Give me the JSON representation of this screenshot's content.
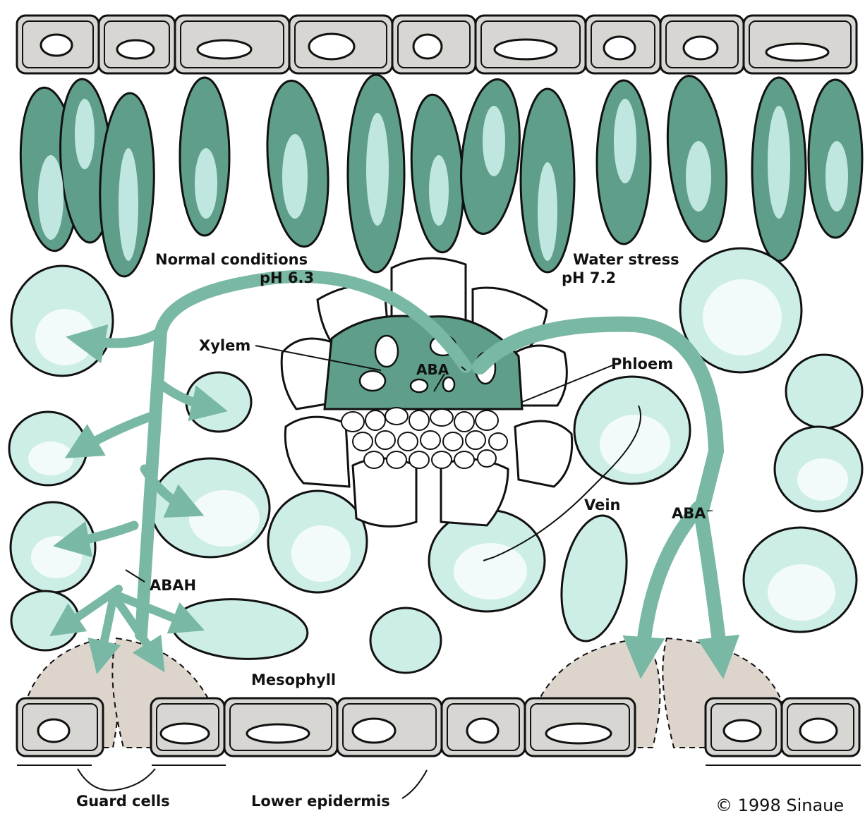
{
  "labels": {
    "normal_conditions": "Normal conditions",
    "normal_ph": "pH 6.3",
    "water_stress": "Water stress",
    "stress_ph": "pH 7.2",
    "xylem": "Xylem",
    "aba": "ABA",
    "phloem": "Phloem",
    "vein": "Vein",
    "aba_minus": "ABA⁻",
    "abah": "ABAH",
    "mesophyll": "Mesophyll",
    "guard_cells": "Guard cells",
    "lower_epidermis": "Lower epidermis",
    "copyright": "© 1998 Sinaue"
  },
  "colors": {
    "palisade_fill": "#5e9e8a",
    "palisade_light": "#bfe6df",
    "spongy_fill": "#cdeee7",
    "spongy_center": "#f2fbf9",
    "arrow": "#78b8a4",
    "epidermis_fill": "#d8d6d2",
    "guard_fill": "#ddd5cb",
    "outline": "#111111"
  }
}
